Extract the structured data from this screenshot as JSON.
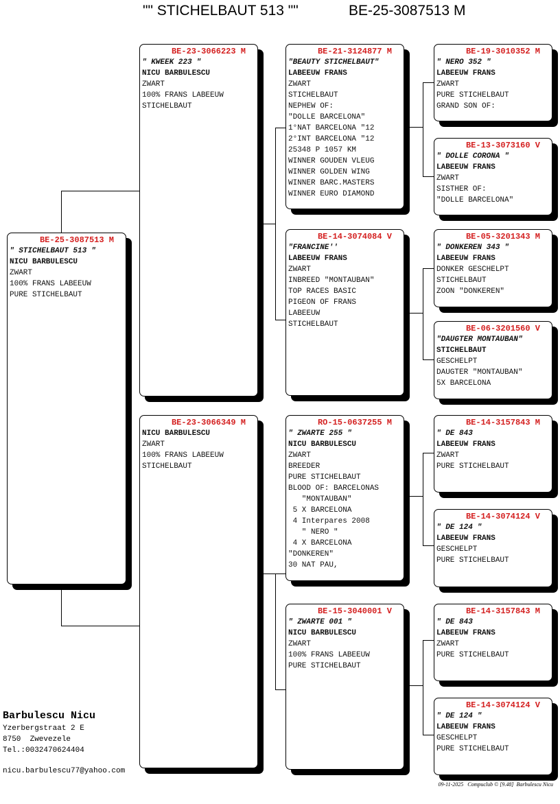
{
  "header": {
    "title_name": "\"\" STICHELBAUT 513 \"\"",
    "title_ring": "BE-25-3087513 M"
  },
  "pigeons": {
    "main": {
      "ring": "BE-25-3087513 M",
      "name": "\" STICHELBAUT 513 \"",
      "owner": "NICU BARBULESCU",
      "lines": [
        "ZWART",
        "100% FRANS LABEEUW",
        "PURE STICHELBAUT"
      ]
    },
    "sire": {
      "ring": "BE-23-3066223 M",
      "name": "\" KWEEK 223 \"",
      "owner": "NICU BARBULESCU",
      "lines": [
        "ZWART",
        "100% FRANS LABEEUW",
        "STICHELBAUT"
      ]
    },
    "dam": {
      "ring": "BE-23-3066349 M",
      "name": "",
      "owner": "NICU BARBULESCU",
      "lines": [
        "ZWART",
        "100% FRANS LABEEUW",
        "STICHELBAUT"
      ]
    },
    "ss": {
      "ring": "BE-21-3124877 M",
      "name": "\"BEAUTY STICHELBAUT\"",
      "owner": "LABEEUW FRANS",
      "lines": [
        "ZWART",
        "STICHELBAUT",
        "NEPHEW OF:",
        "\"DOLLE BARCELONA\"",
        "1°NAT BARCELONA \"12",
        "2°INT BARCELONA \"12",
        "25348 P 1057 KM",
        "WINNER GOUDEN VLEUG",
        "WINNER GOLDEN WING",
        "WINNER BARC.MASTERS",
        "WINNER EURO DIAMOND"
      ]
    },
    "sd": {
      "ring": "BE-14-3074084 V",
      "name": "\"FRANCINE''",
      "owner": "LABEEUW FRANS",
      "lines": [
        "ZWART",
        "INBREED \"MONTAUBAN\"",
        "TOP RACES BASIC",
        "PIGEON OF FRANS",
        "LABEEUW",
        "STICHELBAUT"
      ]
    },
    "ds": {
      "ring": "RO-15-0637255 M",
      "name": "\" ZWARTE 255 \"",
      "owner": "NICU BARBULESCU",
      "lines": [
        "ZWART",
        "BREEDER",
        "PURE STICHELBAUT",
        "BLOOD OF: BARCELONAS",
        "   \"MONTAUBAN\"",
        " 5 X BARCELONA",
        " 4 Interpares 2008",
        "   \" NERO \"",
        " 4 X BARCELONA",
        "\"DONKEREN\"",
        "30 NAT PAU,"
      ]
    },
    "dd": {
      "ring": "BE-15-3040001 V",
      "name": "\" ZWARTE 001 \"",
      "owner": "NICU BARBULESCU",
      "lines": [
        "ZWART",
        "100% FRANS LABEEUW",
        "PURE STICHELBAUT"
      ]
    },
    "sss": {
      "ring": "BE-19-3010352 M",
      "name": "\" NERO 352 \"",
      "owner": "LABEEUW FRANS",
      "lines": [
        "ZWART",
        "PURE STICHELBAUT",
        "GRAND SON OF:"
      ]
    },
    "ssd": {
      "ring": "BE-13-3073160 V",
      "name": "\" DOLLE CORONA \"",
      "owner": "LABEEUW FRANS",
      "lines": [
        "ZWART",
        "SISTHER OF:",
        "\"DOLLE BARCELONA\""
      ]
    },
    "sds": {
      "ring": "BE-05-3201343 M",
      "name": "\" DONKEREN 343 \"",
      "owner": "LABEEUW FRANS",
      "lines": [
        "DONKER GESCHELPT",
        "STICHELBAUT",
        "ZOON \"DONKEREN\""
      ]
    },
    "sdd": {
      "ring": "BE-06-3201560 V",
      "name": "\"DAUGTER MONTAUBAN\"",
      "owner": "STICHELBAUT",
      "lines": [
        "GESCHELPT",
        "DAUGTER \"MONTAUBAN\"",
        "5X BARCELONA"
      ]
    },
    "dss": {
      "ring": "BE-14-3157843 M",
      "name": "\" DE 843",
      "owner": "LABEEUW FRANS",
      "lines": [
        "ZWART",
        "PURE STICHELBAUT"
      ]
    },
    "dsd": {
      "ring": "BE-14-3074124 V",
      "name": "\" DE 124 \"",
      "owner": "LABEEUW FRANS",
      "lines": [
        "GESCHELPT",
        "PURE STICHELBAUT"
      ]
    },
    "dds": {
      "ring": "BE-14-3157843 M",
      "name": "\" DE 843",
      "owner": "LABEEUW FRANS",
      "lines": [
        "ZWART",
        "PURE STICHELBAUT"
      ]
    },
    "ddd": {
      "ring": "BE-14-3074124 V",
      "name": "\" DE 124 \"",
      "owner": "LABEEUW FRANS",
      "lines": [
        "GESCHELPT",
        "PURE STICHELBAUT"
      ]
    }
  },
  "breeder": {
    "name": "Barbulescu Nicu",
    "street": "Yzerbergstraat 2 E",
    "city": "8750  Zwevezele",
    "phone": "Tel.:0032470624404",
    "email": "nicu.barbulescu77@yahoo.com"
  },
  "footer": {
    "date": "09-11-2025",
    "software": "Compuclub © [9.48]",
    "owner": "Barbulescu Nicu"
  },
  "colors": {
    "ring": "#d42020"
  }
}
